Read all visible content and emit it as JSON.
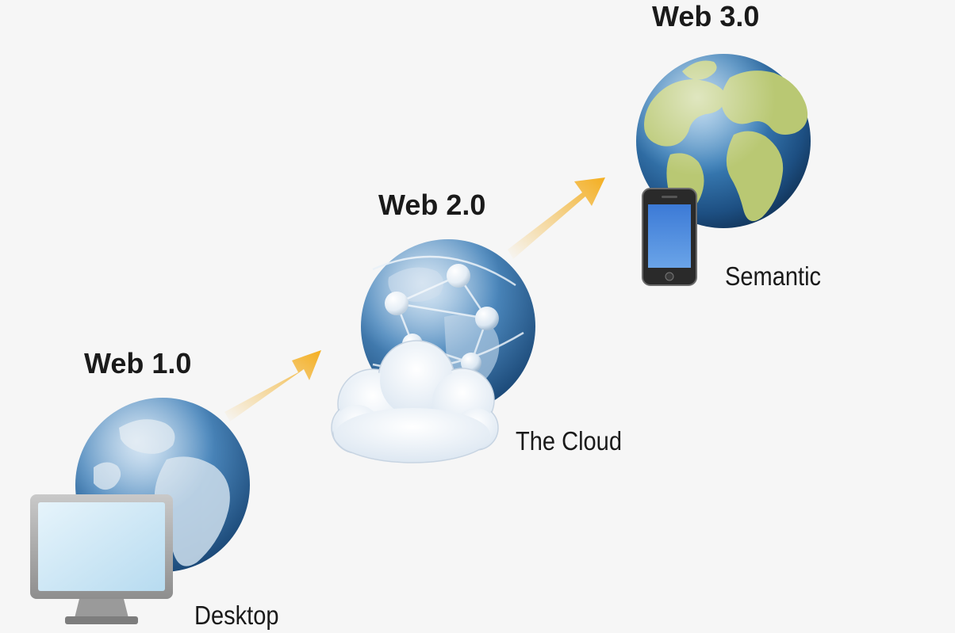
{
  "stages": [
    {
      "title": "Web 1.0",
      "caption": "Desktop",
      "device": "desktop-monitor"
    },
    {
      "title": "Web 2.0",
      "caption": "The Cloud",
      "device": "cloud"
    },
    {
      "title": "Web 3.0",
      "caption": "Semantic",
      "device": "smartphone"
    }
  ],
  "colors": {
    "arrow": "#f3b22e",
    "ocean": "#2d6da3",
    "land_web3": "#b9c873",
    "land_web1": "#b5cde0",
    "cloud": "#f2f6fb"
  },
  "icons": [
    "globe-icon",
    "desktop-monitor-icon",
    "cloud-icon",
    "network-globe-icon",
    "smartphone-icon",
    "arrow-icon"
  ]
}
